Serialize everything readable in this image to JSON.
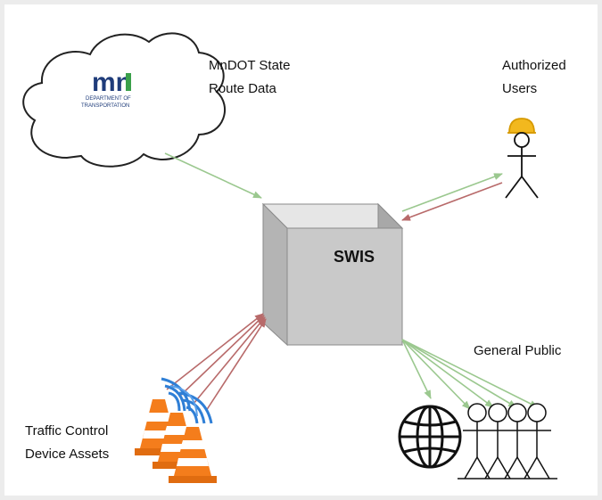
{
  "nodes": {
    "state_route_data": {
      "line1": "MnDOT State",
      "line2": "Route Data",
      "logo_text": "mn",
      "logo_sub1": "DEPARTMENT OF",
      "logo_sub2": "TRANSPORTATION"
    },
    "authorized_users": {
      "line1": "Authorized",
      "line2": "Users"
    },
    "swis": {
      "label": "SWIS"
    },
    "general_public": {
      "label": "General Public"
    },
    "traffic_assets": {
      "line1": "Traffic Control",
      "line2": "Device Assets"
    }
  },
  "colors": {
    "green_arrow": "#9bc88f",
    "red_arrow": "#b86a6a",
    "hardhat": "#f2b81e",
    "cone_orange": "#f47d1c",
    "signal_blue": "#2f7fd6",
    "logo_blue": "#1f3c7a",
    "logo_green": "#3aa04a",
    "cube_front": "#c9c9c9",
    "cube_top": "#e6e6e6",
    "cube_side": "#a8a8a8"
  },
  "icons": [
    "cloud-icon",
    "stick-figure-icon",
    "hardhat-icon",
    "globe-icon",
    "people-group-icon",
    "traffic-cone-icon",
    "wireless-signal-icon",
    "cube-icon"
  ]
}
